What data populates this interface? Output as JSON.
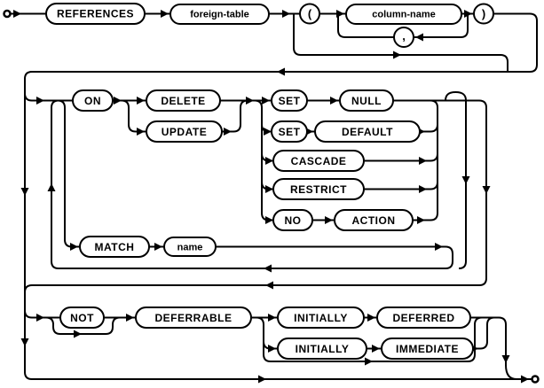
{
  "diagram": {
    "kind": "railroad-syntax-diagram",
    "colors": {
      "line": "#000000",
      "background": "#ffffff",
      "node_fill": "#ffffff"
    },
    "nodes": {
      "references": "REFERENCES",
      "foreign_table": "foreign-table",
      "open_paren": "(",
      "column_name": "column-name",
      "close_paren": ")",
      "comma": ",",
      "on": "ON",
      "delete": "DELETE",
      "update": "UPDATE",
      "set_a": "SET",
      "null": "NULL",
      "set_b": "SET",
      "default": "DEFAULT",
      "cascade": "CASCADE",
      "restrict": "RESTRICT",
      "no": "NO",
      "action": "ACTION",
      "match": "MATCH",
      "name": "name",
      "not": "NOT",
      "deferrable": "DEFERRABLE",
      "initially_a": "INITIALLY",
      "deferred": "DEFERRED",
      "initially_b": "INITIALLY",
      "immediate": "IMMEDIATE"
    }
  }
}
